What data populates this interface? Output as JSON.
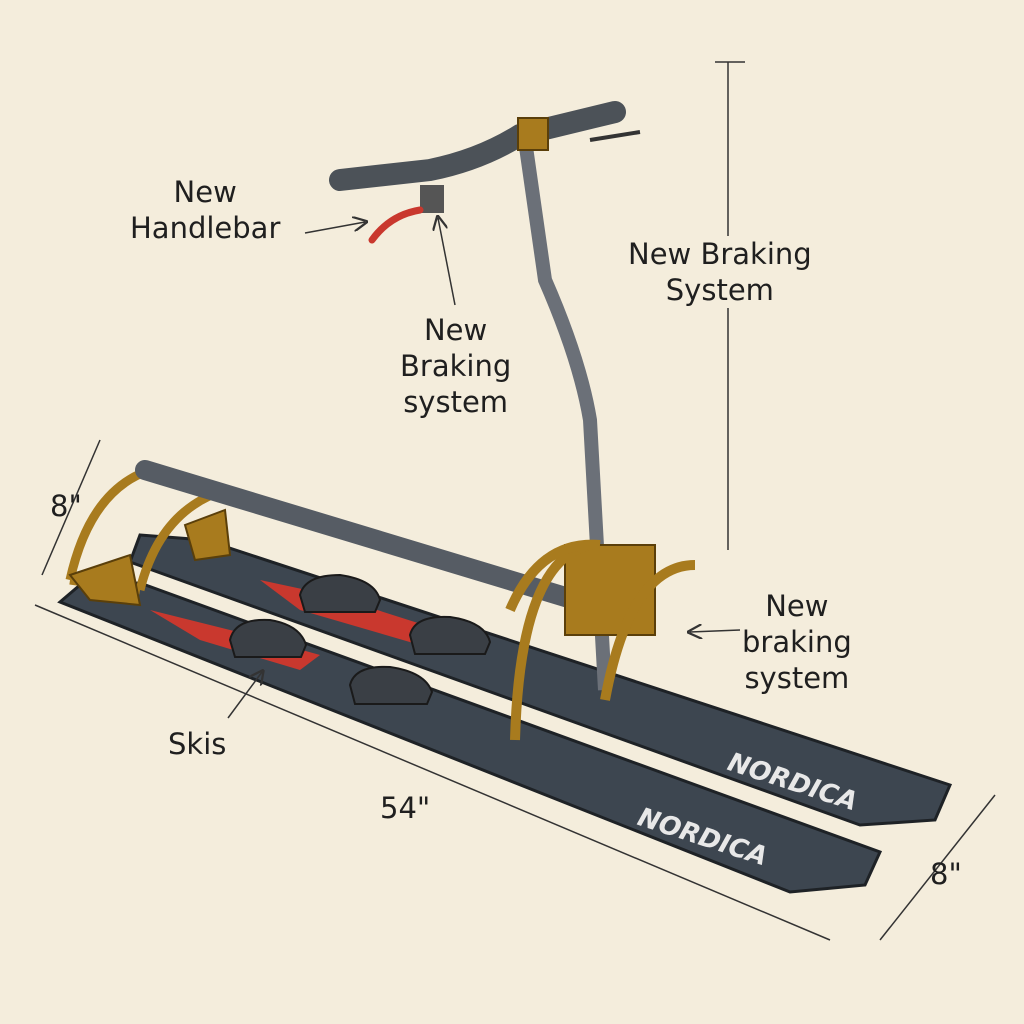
{
  "labels": {
    "handlebar": [
      "New",
      "Handlebar"
    ],
    "braking_mid": [
      "New",
      "Braking",
      "system"
    ],
    "braking_top": [
      "New Braking",
      "System"
    ],
    "braking_right": [
      "New",
      "braking",
      "system"
    ],
    "height_left": "8\"",
    "skis": "Skis",
    "length": "54\"",
    "width_right": "8\""
  },
  "ski_brand": "NORDICA",
  "colors": {
    "background": "#f4eddc",
    "ski": "#3d4650",
    "frame": "#a87b1e",
    "stripe": "#c9382e",
    "metal": "#6b7078"
  }
}
